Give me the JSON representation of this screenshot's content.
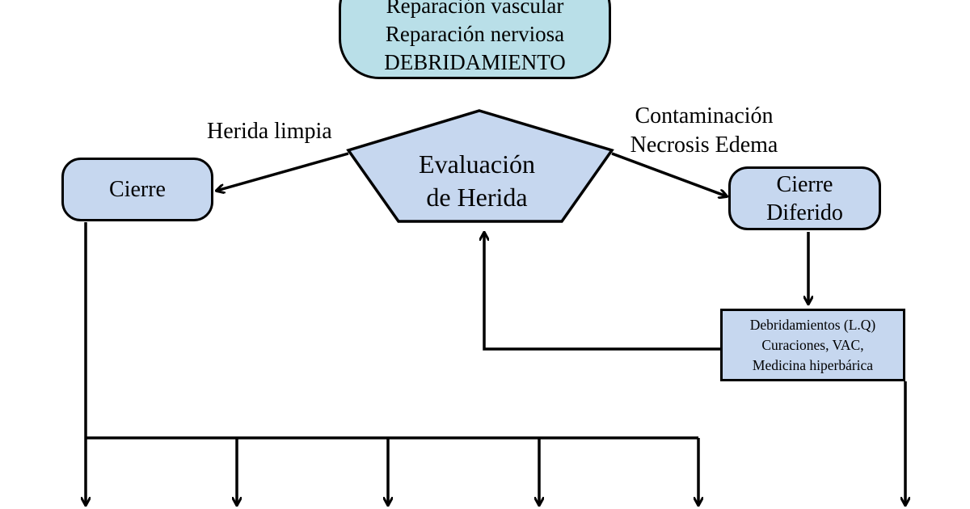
{
  "diagram": {
    "top_box": {
      "lines": [
        "Reparación vascular",
        "Reparación nerviosa",
        "DEBRIDAMIENTO"
      ]
    },
    "center": {
      "lines": [
        "Evaluación",
        "de Herida"
      ]
    },
    "left_edge_label": "Herida limpia",
    "right_edge_label": {
      "lines": [
        "Contaminación",
        "Necrosis Edema"
      ]
    },
    "left_box": "Cierre",
    "right_box": {
      "lines": [
        "Cierre",
        "Diferido"
      ]
    },
    "treatment_box": {
      "lines": [
        "Debridamientos (L.Q)",
        "Curaciones, VAC,",
        "Medicina hiperbárica"
      ]
    }
  }
}
